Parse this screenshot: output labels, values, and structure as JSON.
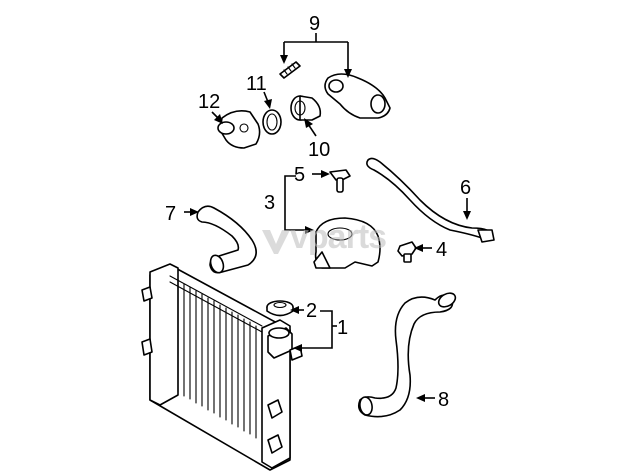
{
  "diagram": {
    "callouts": [
      {
        "id": "c1",
        "text": "1"
      },
      {
        "id": "c2",
        "text": "2"
      },
      {
        "id": "c3",
        "text": "3"
      },
      {
        "id": "c4",
        "text": "4"
      },
      {
        "id": "c5",
        "text": "5"
      },
      {
        "id": "c6",
        "text": "6"
      },
      {
        "id": "c7",
        "text": "7"
      },
      {
        "id": "c8",
        "text": "8"
      },
      {
        "id": "c9",
        "text": "9"
      },
      {
        "id": "c10",
        "text": "10"
      },
      {
        "id": "c11",
        "text": "11"
      },
      {
        "id": "c12",
        "text": "12"
      }
    ],
    "watermark": "vparts"
  },
  "colors": {
    "line": "#000000",
    "background": "#ffffff",
    "watermark": "#bdbdbd"
  }
}
